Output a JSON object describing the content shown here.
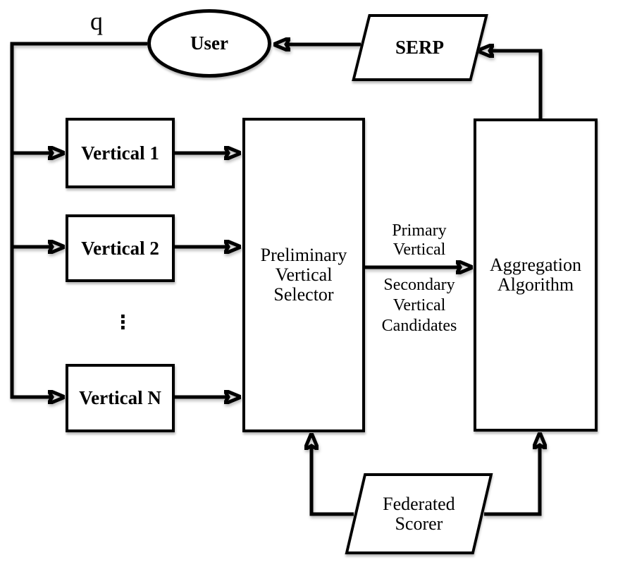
{
  "labels": {
    "query": "q",
    "ellipsis": "⋮"
  },
  "nodes": {
    "user": "User",
    "serp": "SERP",
    "vertical_1": "Vertical 1",
    "vertical_2": "Vertical 2",
    "vertical_n": "Vertical N",
    "preliminary_selector": "Preliminary Vertical Selector",
    "aggregation": "Aggregation Algorithm",
    "federated_scorer": "Federated Scorer"
  },
  "edge_labels": {
    "primary": "Primary Vertical",
    "secondary": "Secondary Vertical Candidates"
  },
  "edges": [
    {
      "from": "user",
      "to": "vertical_1",
      "label": "q"
    },
    {
      "from": "user",
      "to": "vertical_2",
      "label": "q"
    },
    {
      "from": "user",
      "to": "vertical_n",
      "label": "q"
    },
    {
      "from": "vertical_1",
      "to": "preliminary_selector",
      "label": ""
    },
    {
      "from": "vertical_2",
      "to": "preliminary_selector",
      "label": ""
    },
    {
      "from": "vertical_n",
      "to": "preliminary_selector",
      "label": ""
    },
    {
      "from": "preliminary_selector",
      "to": "aggregation",
      "label": "Primary Vertical / Secondary Vertical Candidates"
    },
    {
      "from": "aggregation",
      "to": "serp",
      "label": ""
    },
    {
      "from": "serp",
      "to": "user",
      "label": ""
    },
    {
      "from": "federated_scorer",
      "to": "preliminary_selector",
      "label": ""
    },
    {
      "from": "federated_scorer",
      "to": "aggregation",
      "label": ""
    }
  ],
  "colors": {
    "stroke": "#000000",
    "fill": "#ffffff"
  }
}
